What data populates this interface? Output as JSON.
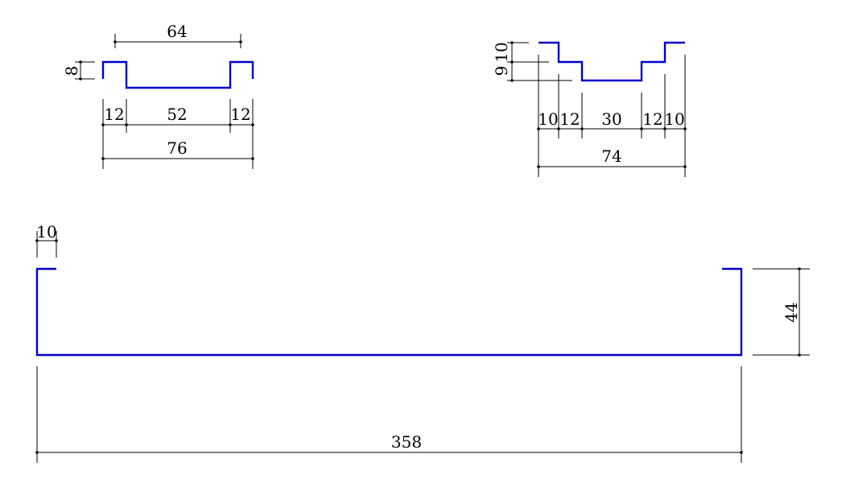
{
  "colors": {
    "profile": "#0000cc",
    "dimension": "#000000",
    "background": "#ffffff"
  },
  "profiles": [
    {
      "id": "profile-a",
      "labels": {
        "top": "64",
        "height": "8",
        "left_flange": "12",
        "web": "52",
        "right_flange": "12",
        "total": "76"
      }
    },
    {
      "id": "profile-b",
      "labels": {
        "step_upper": "10",
        "step_lower": "9",
        "seg_1": "10",
        "seg_2": "12",
        "seg_3": "30",
        "seg_4": "12",
        "seg_5": "10",
        "total": "74"
      }
    },
    {
      "id": "profile-c",
      "labels": {
        "flange": "10",
        "height": "44",
        "total": "358"
      }
    }
  ]
}
